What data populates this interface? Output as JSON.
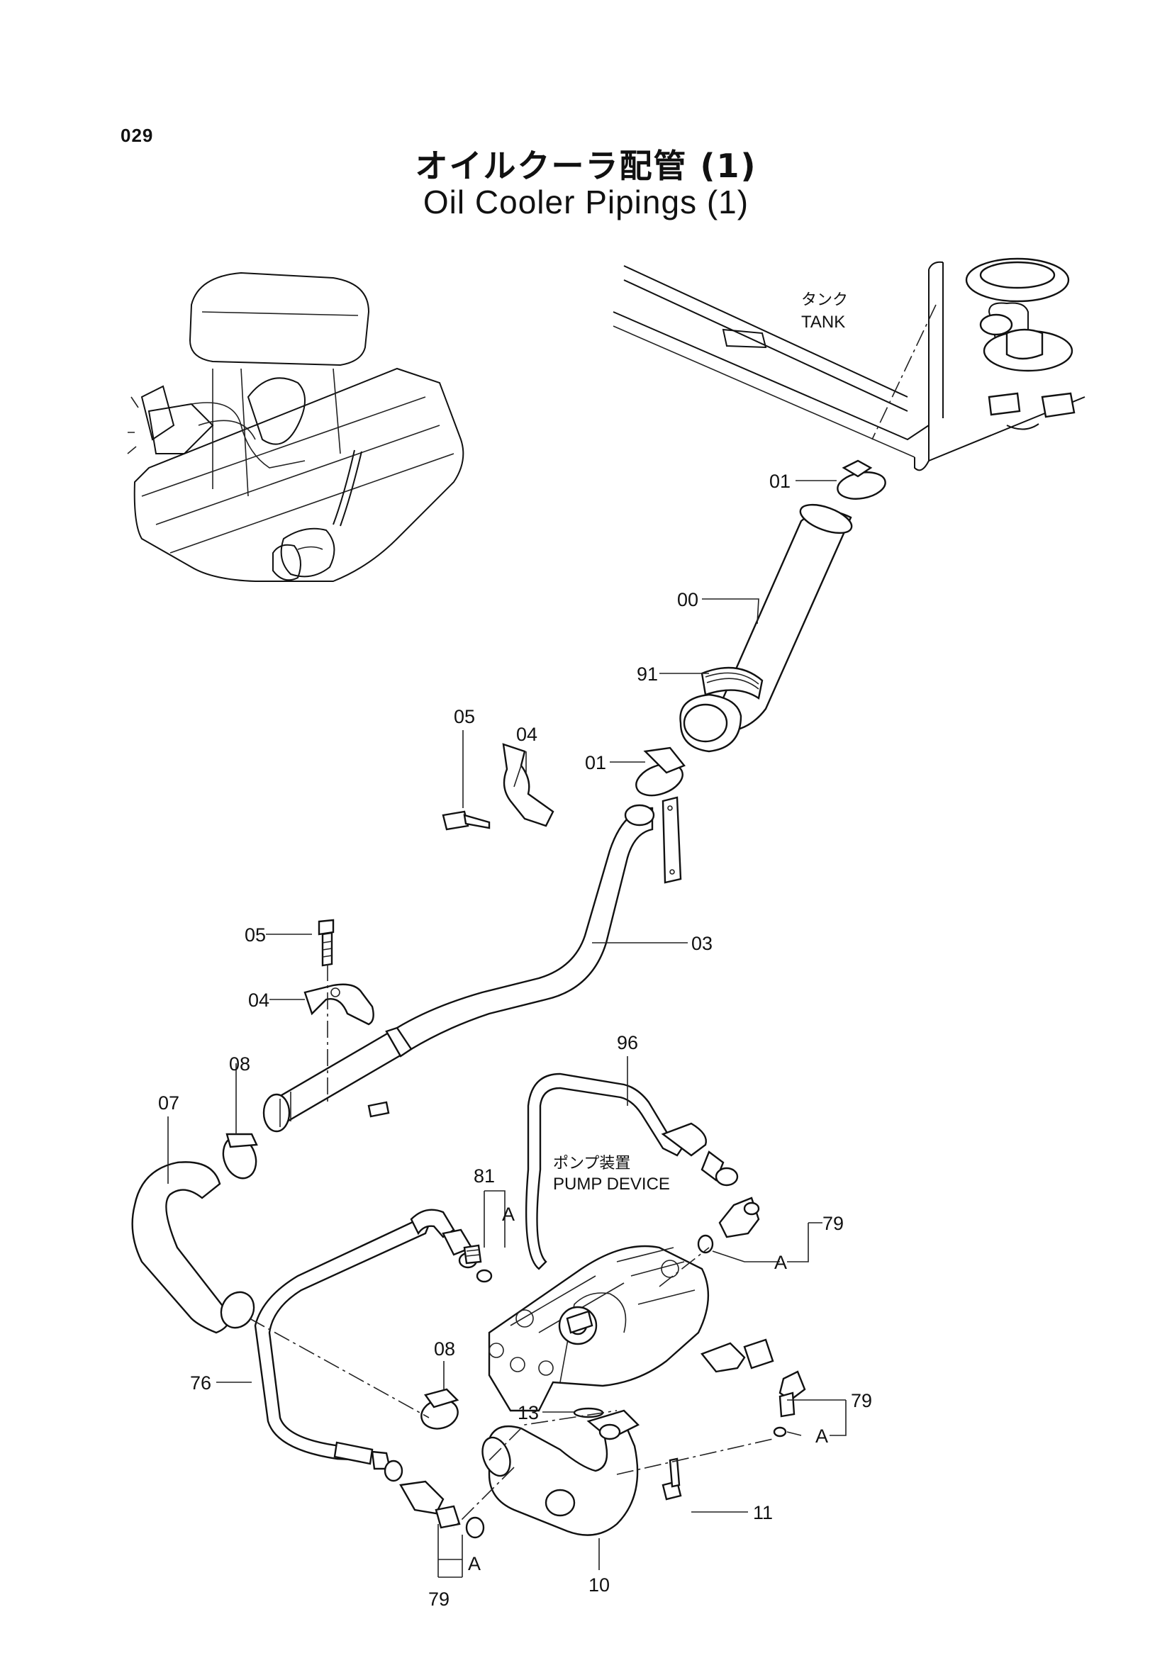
{
  "page_number": "029",
  "title": {
    "japanese": "オイルクーラ配管 (1)",
    "english": "Oil Cooler Pipings (1)"
  },
  "area_labels": {
    "tank_jp": "タンク",
    "tank_en": "TANK",
    "pump_jp": "ポンプ装置",
    "pump_en": "PUMP DEVICE"
  },
  "part_labels": {
    "p01_top": "01",
    "p00": "00",
    "p91": "91",
    "p01_mid": "01",
    "p05_top": "05",
    "p04_top": "04",
    "p05_mid": "05",
    "p04_mid": "04",
    "p03": "03",
    "p96": "96",
    "p08_top": "08",
    "p07": "07",
    "p81": "81",
    "pA_81": "A",
    "p79_right": "79",
    "pA_79_right": "A",
    "p08_bottom": "08",
    "p76": "76",
    "p13": "13",
    "p79_right_low": "79",
    "pA_79_right_low": "A",
    "p11": "11",
    "p10": "10",
    "pA_bottom": "A",
    "p79_bottom": "79"
  }
}
